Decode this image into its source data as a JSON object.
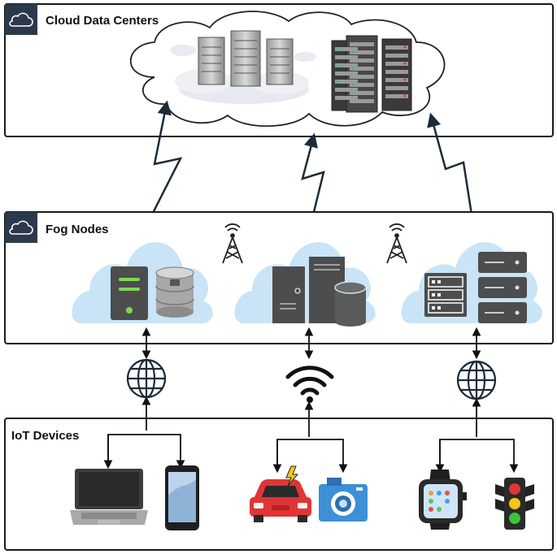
{
  "tiers": {
    "cloud": {
      "title": "Cloud Data Centers",
      "icon": "cloud-icon"
    },
    "fog": {
      "title": "Fog Nodes",
      "icon": "cloud-icon"
    },
    "iot": {
      "title": "IoT Devices"
    }
  },
  "fog_nodes": [
    {
      "name": "fog-node-server-database",
      "icons": [
        "server-tower-icon",
        "database-icon"
      ]
    },
    {
      "name": "fog-node-pc-database",
      "icons": [
        "desktop-tower-icon",
        "database-icon"
      ]
    },
    {
      "name": "fog-node-rack-servers",
      "icons": [
        "rack-server-icon",
        "server-stack-icon"
      ]
    }
  ],
  "access_links": [
    "globe-icon",
    "wifi-icon",
    "globe-icon"
  ],
  "iot_devices": [
    "laptop-icon",
    "smartphone-icon",
    "electric-car-icon",
    "camera-icon",
    "smartwatch-icon",
    "traffic-light-icon"
  ],
  "colors": {
    "panel_border": "#1a1a1a",
    "fog_cloud": "#c9e4f6",
    "dark_gray": "#4d4d4d",
    "green_led": "#7ed957",
    "car_red": "#e03535",
    "camera_blue": "#3d8fd6"
  }
}
